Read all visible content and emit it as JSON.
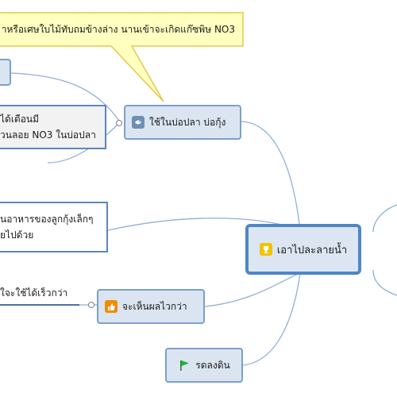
{
  "callout": {
    "text": "าหรือเศษใบไม้ทับถมข้างล่าง นานเข้าจะเกิดแก๊ซพิษ NO3"
  },
  "nodes": {
    "central": "เอาไปละลายน้ำ",
    "fishpond": "ใช้ในบ่อปลา บ่อกุ้ง",
    "faster": "จะเห็นผลไวกว่า",
    "soil": "รดลงดิน"
  },
  "notes": {
    "warning": {
      "line1": "ได้เตือนมี",
      "line2": "วนลอย NO3 ในบ่อปลา"
    },
    "shrimp": {
      "line1": "นอาหารของลูกกุ้งเล็กๆ",
      "line2": "ยไปด้วย"
    },
    "faster_text": "ใจะใช้ได้เร็วกว่า"
  },
  "icons": {
    "fishpond": "fish-icon",
    "faster": "thumbs-up-icon",
    "central": "trophy-icon",
    "soil": "green-flag-icon"
  },
  "colors": {
    "topic_fill": "#dbe5f1",
    "topic_border": "#7aa0cc",
    "central_border": "#4f86c6",
    "callout_fill": "#ffffc0",
    "callout_border": "#e6c84a",
    "link": "#8fb0d8"
  }
}
